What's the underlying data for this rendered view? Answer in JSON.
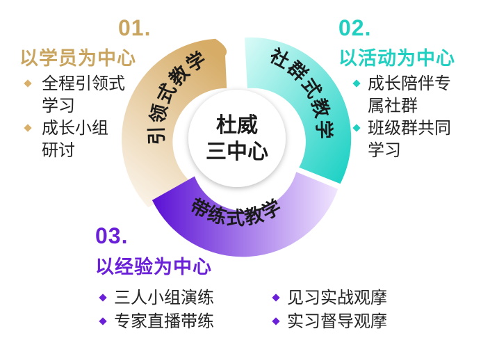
{
  "colors": {
    "gold": "#c9a45f",
    "teal": "#1fcfc0",
    "purple": "#6a1fd8"
  },
  "center": {
    "line1": "杜威",
    "line2": "三中心"
  },
  "segments": {
    "s1": "引领式教学",
    "s2": "社群式教学",
    "s3": "带练式教学"
  },
  "sections": {
    "s1": {
      "num": "01.",
      "title": "以学员为中心",
      "items": [
        {
          "l1": "全程引领式",
          "l2": "学习"
        },
        {
          "l1": "成长小组",
          "l2": "研讨"
        }
      ]
    },
    "s2": {
      "num": "02.",
      "title": "以活动为中心",
      "items": [
        {
          "l1": "成长陪伴专",
          "l2": "属社群"
        },
        {
          "l1": "班级群共同",
          "l2": "学习"
        }
      ]
    },
    "s3": {
      "num": "03.",
      "title": "以经验为中心",
      "items": [
        "三人小组演练",
        "专家直播带练",
        "见习实战观摩",
        "实习督导观摩"
      ]
    }
  }
}
